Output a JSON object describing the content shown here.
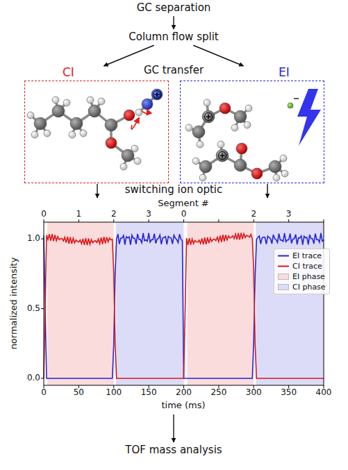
{
  "diagram": {
    "nodes": [
      {
        "text": [
          "GC separation"
        ]
      },
      {
        "text": [
          "Column flow split"
        ]
      },
      {
        "text": [
          "CI"
        ]
      },
      {
        "text": [
          "EI"
        ]
      },
      {
        "text": [
          "Segment #",
          "normalized intensity",
          "time (ms)"
        ]
      },
      {
        "text": [
          "TOF mass analysis"
        ]
      }
    ],
    "edges": [
      {
        "from": 0,
        "to": 1,
        "arrow": "to"
      },
      {
        "from": 1,
        "to": 2,
        "arrow": "to"
      },
      {
        "from": 1,
        "to": 3,
        "arrow": "to"
      },
      {
        "from": 2,
        "to": 4,
        "arrow": "to"
      },
      {
        "from": 3,
        "to": 4,
        "arrow": "to"
      },
      {
        "from": 4,
        "to": 5,
        "arrow": "to"
      }
    ],
    "labels": [
      "GC transfer",
      "switching ion optic",
      "0",
      "1",
      "2",
      "3",
      "0",
      "2",
      "3",
      "1.0",
      "0.5",
      "0.0",
      "0",
      "50",
      "100",
      "150",
      "200",
      "250",
      "300",
      "350",
      "400"
    ],
    "legend": [
      {
        "text": "EI trace"
      },
      {
        "text": "CI trace"
      },
      {
        "text": "EI phase",
        "color": "#fadcdc"
      },
      {
        "text": "CI phase",
        "color": "#dcdcf8"
      }
    ]
  }
}
